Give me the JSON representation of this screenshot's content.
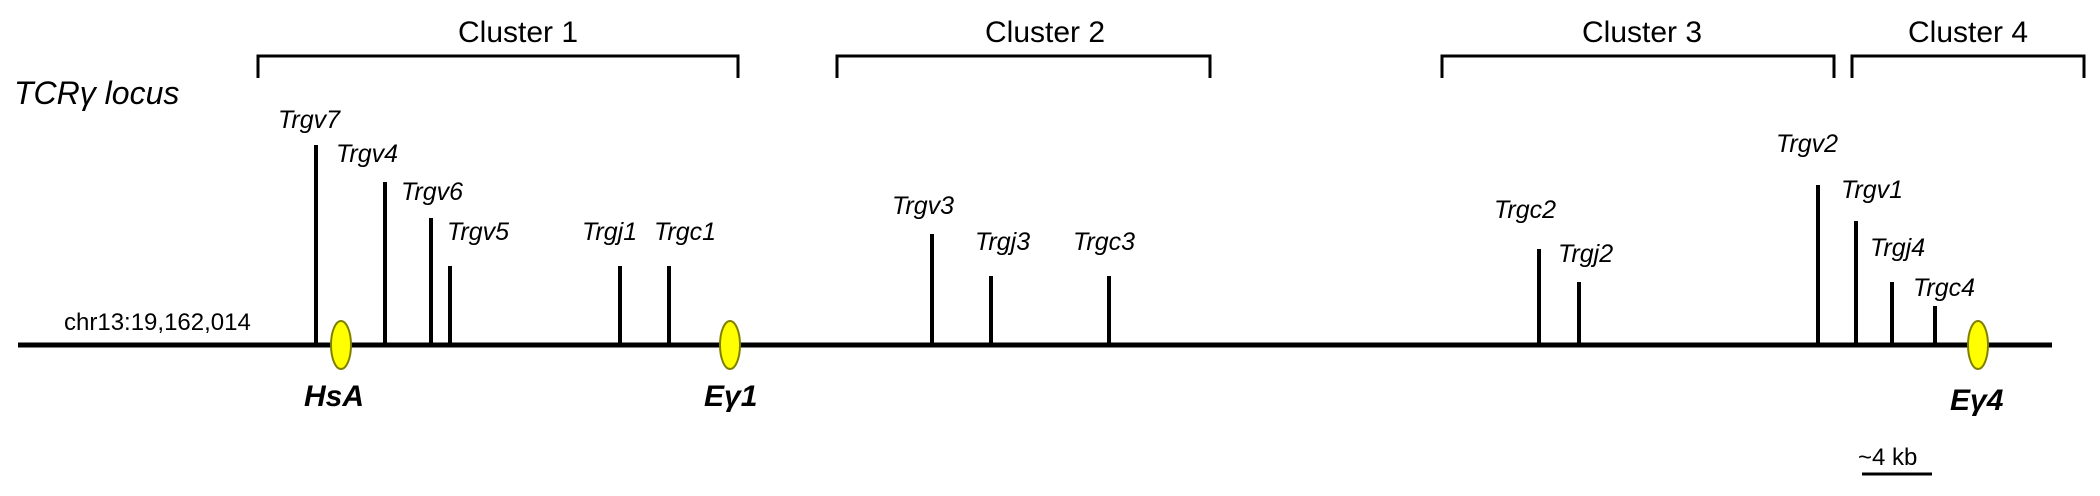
{
  "locus_title": "TCRγ locus",
  "coordinate": "chr13:19,162,014",
  "scale_label": "~4 kb",
  "colors": {
    "line": "#000000",
    "element_fill": "#ffff00",
    "element_stroke": "#808000"
  },
  "clusters": [
    {
      "label": "Cluster 1"
    },
    {
      "label": "Cluster 2"
    },
    {
      "label": "Cluster 3"
    },
    {
      "label": "Cluster 4"
    }
  ],
  "genes": [
    {
      "name": "Trgv7"
    },
    {
      "name": "Trgv4"
    },
    {
      "name": "Trgv6"
    },
    {
      "name": "Trgv5"
    },
    {
      "name": "Trgj1"
    },
    {
      "name": "Trgc1"
    },
    {
      "name": "Trgv3"
    },
    {
      "name": "Trgj3"
    },
    {
      "name": "Trgc3"
    },
    {
      "name": "Trgc2"
    },
    {
      "name": "Trgj2"
    },
    {
      "name": "Trgv2"
    },
    {
      "name": "Trgv1"
    },
    {
      "name": "Trgj4"
    },
    {
      "name": "Trgc4"
    }
  ],
  "elements": [
    {
      "label": "HsA"
    },
    {
      "label": "Eγ1"
    },
    {
      "label": "Eγ4"
    }
  ]
}
